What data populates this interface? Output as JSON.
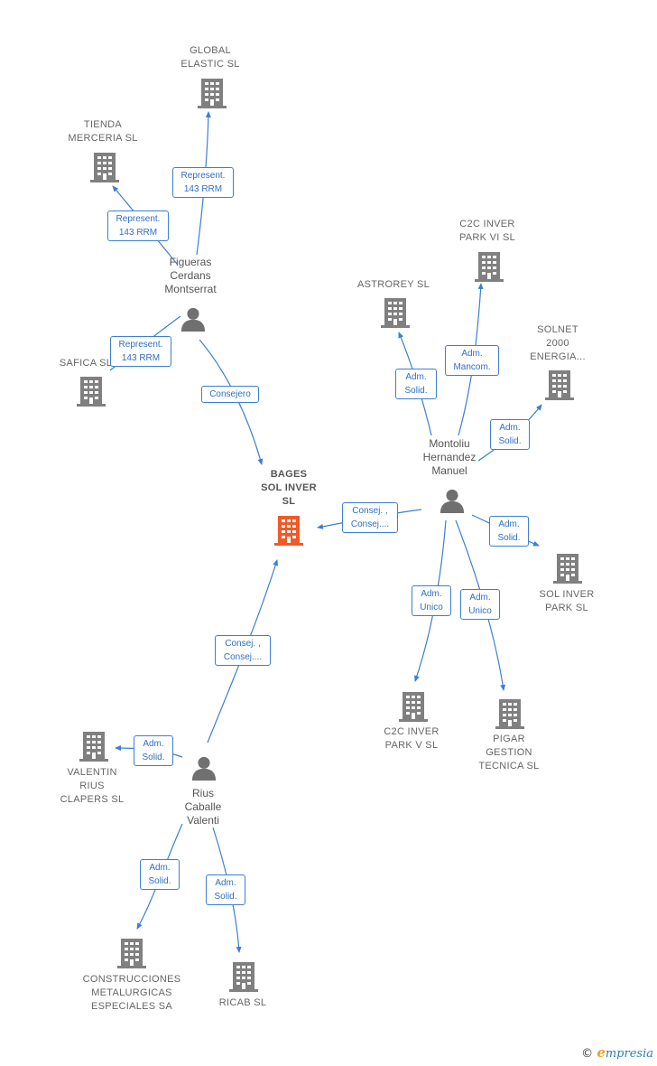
{
  "colors": {
    "edge": "#3d7fd1",
    "company": "#808080",
    "center": "#f05a28",
    "person": "#707070"
  },
  "center": {
    "label": "BAGES\nSOL INVER\nSL"
  },
  "companies": {
    "global_elastic": "GLOBAL\nELASTIC  SL",
    "tienda_merceria": "TIENDA\nMERCERIA  SL",
    "safica": "SAFICA SL",
    "astrorey": "ASTROREY SL",
    "c2c_vi": "C2C INVER\nPARK VI SL",
    "solnet": "SOLNET\n2000\nENERGIA...",
    "sol_inver_park": "SOL INVER\nPARK  SL",
    "c2c_v": "C2C INVER\nPARK V SL",
    "pigar": "PIGAR\nGESTION\nTECNICA SL",
    "valentin": "VALENTIN\nRIUS\nCLAPERS  SL",
    "construcciones": "CONSTRUCCIONES\nMETALURGICAS\nESPECIALES SA",
    "ricab": "RICAB SL"
  },
  "persons": {
    "figueras": "Figueras\nCerdans\nMontserrat",
    "montoliu": "Montoliu\nHernandez\nManuel",
    "rius": "Rius\nCaballe\nValenti"
  },
  "edges": {
    "fig_global": "Represent.\n143 RRM",
    "fig_tienda": "Represent.\n143 RRM",
    "fig_safica": "Represent.\n143 RRM",
    "fig_bages": "Consejero",
    "mon_astrorey": "Adm.\nSolid.",
    "mon_c2cvi": "Adm.\nMancom.",
    "mon_solnet": "Adm.\nSolid.",
    "mon_bages": "Consej. ,\nConsej....",
    "mon_solinver": "Adm.\nSolid.",
    "mon_c2cv": "Adm.\nUnico",
    "mon_pigar": "Adm.\nUnico",
    "rius_bages": "Consej. ,\nConsej....",
    "rius_valentin": "Adm.\nSolid.",
    "rius_construcciones": "Adm.\nSolid.",
    "rius_ricab": "Adm.\nSolid."
  },
  "footer": {
    "copyright": "©",
    "brand_e": "e",
    "brand_rest": "mpresia"
  }
}
